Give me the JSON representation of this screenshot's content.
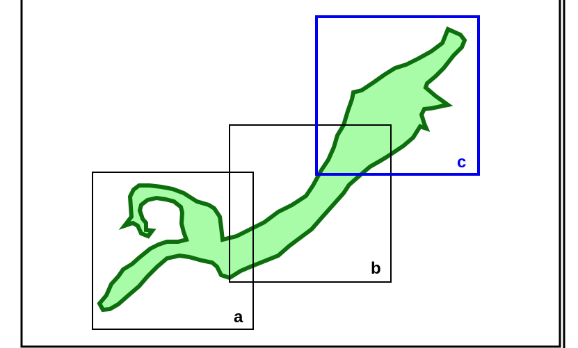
{
  "colors": {
    "shape_fill": "#a8fca8",
    "shape_stroke": "#0e6e0e",
    "box_default": "#000000",
    "box_highlight": "#0000ee",
    "frame": "#000000"
  },
  "boxes": [
    {
      "label": "a",
      "highlighted": false
    },
    {
      "label": "b",
      "highlighted": false
    },
    {
      "label": "c",
      "highlighted": true
    }
  ]
}
